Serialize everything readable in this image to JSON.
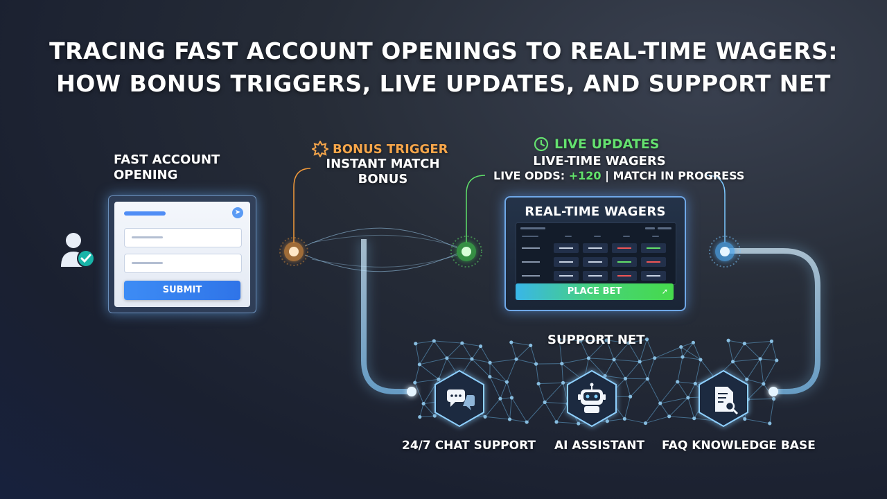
{
  "title": {
    "line1": "TRACING FAST ACCOUNT OPENINGS TO REAL-TIME WAGERS:",
    "line2": "HOW BONUS TRIGGERS, LIVE UPDATES, AND SUPPORT NET"
  },
  "account": {
    "label_line1": "FAST ACCOUNT",
    "label_line2": "OPENING",
    "submit_label": "SUBMIT",
    "icon": "user-check-icon"
  },
  "bonus": {
    "heading": "BONUS TRIGGER",
    "sub_line1": "INSTANT MATCH",
    "sub_line2": "BONUS",
    "icon": "starburst-icon",
    "color": "#f7a64a"
  },
  "live": {
    "heading": "LIVE UPDATES",
    "subheading": "LIVE-TIME WAGERS",
    "odds_prefix": "LIVE ODDS: ",
    "odds_value": "+120",
    "odds_suffix": " | MATCH IN PROGRESS",
    "icon": "clock-icon",
    "color": "#64e06f"
  },
  "wagers": {
    "panel_title": "REAL-TIME WAGERS",
    "place_bet_label": "PLACE BET"
  },
  "support": {
    "title": "SUPPORT NET",
    "items": [
      {
        "label": "24/7 CHAT SUPPORT",
        "icon": "chat-bubbles-icon"
      },
      {
        "label": "AI ASSISTANT",
        "icon": "robot-icon"
      },
      {
        "label": "FAQ KNOWLEDGE BASE",
        "icon": "document-search-icon"
      }
    ]
  },
  "colors": {
    "flow_line": "#9fd8ff",
    "bonus_node": "#f39a3a",
    "live_node": "#5fe06a",
    "end_node": "#7cc8ff"
  }
}
